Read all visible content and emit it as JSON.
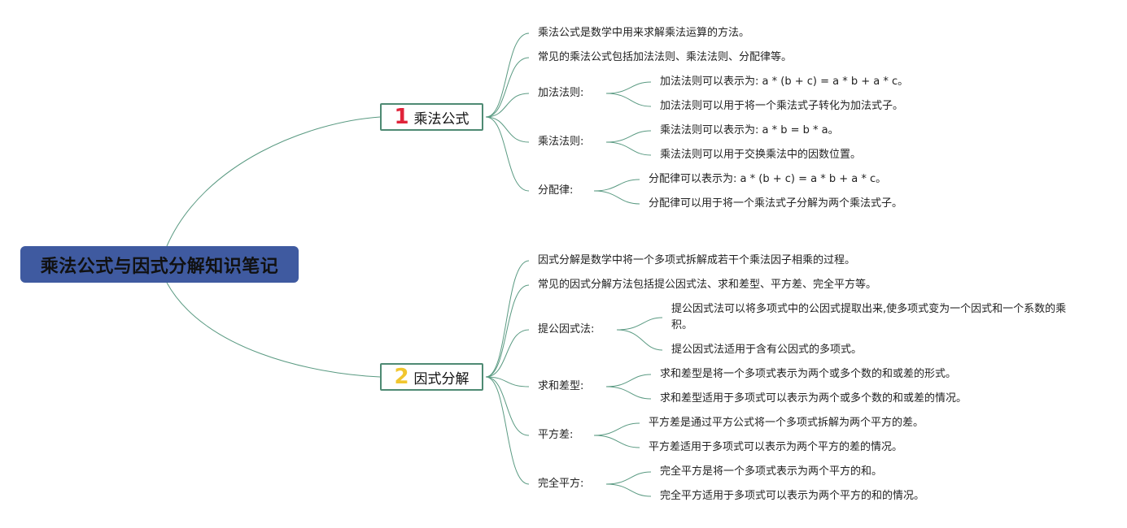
{
  "title": "乘法公式与因式分解知识笔记",
  "branches": [
    {
      "num": "1",
      "label": "乘法公式",
      "items": [
        "乘法公式是数学中用来求解乘法运算的方法。",
        "常见的乘法公式包括加法法则、乘法法则、分配律等。",
        {
          "label": "加法法则:",
          "children": [
            "加法法则可以表示为: a * (b + c) = a * b + a * c。",
            "加法法则可以用于将一个乘法式子转化为加法式子。"
          ]
        },
        {
          "label": "乘法法则:",
          "children": [
            "乘法法则可以表示为: a * b = b * a。",
            "乘法法则可以用于交换乘法中的因数位置。"
          ]
        },
        {
          "label": "分配律:",
          "children": [
            "分配律可以表示为: a * (b + c) = a * b + a * c。",
            "分配律可以用于将一个乘法式子分解为两个乘法式子。"
          ]
        }
      ]
    },
    {
      "num": "2",
      "label": "因式分解",
      "items": [
        "因式分解是数学中将一个多项式拆解成若干个乘法因子相乘的过程。",
        "常见的因式分解方法包括提公因式法、求和差型、平方差、完全平方等。",
        {
          "label": "提公因式法:",
          "children": [
            "提公因式法可以将多项式中的公因式提取出来,使多项式变为一个因式和一个系数的乘积。",
            "提公因式法适用于含有公因式的多项式。"
          ]
        },
        {
          "label": "求和差型:",
          "children": [
            "求和差型是将一个多项式表示为两个或多个数的和或差的形式。",
            "求和差型适用于多项式可以表示为两个或多个数的和或差的情况。"
          ]
        },
        {
          "label": "平方差:",
          "children": [
            "平方差是通过平方公式将一个多项式拆解为两个平方的差。",
            "平方差适用于多项式可以表示为两个平方的差的情况。"
          ]
        },
        {
          "label": "完全平方:",
          "children": [
            "完全平方是将一个多项式表示为两个平方的和。",
            "完全平方适用于多项式可以表示为两个平方的和的情况。"
          ]
        }
      ]
    }
  ]
}
